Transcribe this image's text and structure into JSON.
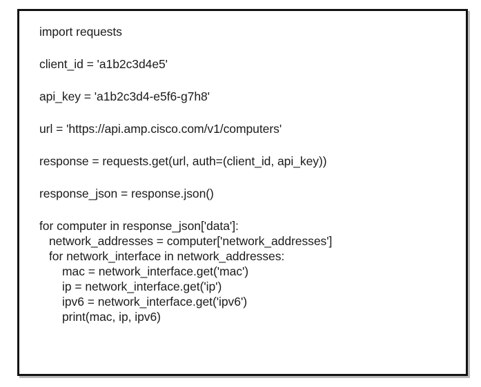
{
  "document": {
    "kind": "code-snippet",
    "language": "python",
    "text_color": "#1b1b1b",
    "background_color": "#ffffff",
    "border_color": "#121212",
    "shadow_color": "#b9b9b9"
  },
  "code": {
    "lines": [
      {
        "id": "l1",
        "text": "import requests",
        "indent": 0,
        "group": "stmt"
      },
      {
        "id": "l2",
        "text": "client_id = 'a1b2c3d4e5'",
        "indent": 0,
        "group": "stmt"
      },
      {
        "id": "l3",
        "text": "api_key = 'a1b2c3d4-e5f6-g7h8'",
        "indent": 0,
        "group": "stmt"
      },
      {
        "id": "l4",
        "text": "url = 'https://api.amp.cisco.com/v1/computers'",
        "indent": 0,
        "group": "stmt"
      },
      {
        "id": "l5",
        "text": "response = requests.get(url, auth=(client_id, api_key))",
        "indent": 0,
        "group": "stmt"
      },
      {
        "id": "l6",
        "text": "response_json = response.json()",
        "indent": 0,
        "group": "stmt"
      },
      {
        "id": "l7",
        "text": "for computer in response_json['data']:",
        "indent": 0,
        "group": "blk"
      },
      {
        "id": "l8",
        "text": "network_addresses = computer['network_addresses']",
        "indent": 1,
        "group": "blk"
      },
      {
        "id": "l9",
        "text": "for network_interface in network_addresses:",
        "indent": 1,
        "group": "blk"
      },
      {
        "id": "l10",
        "text": "mac = network_interface.get('mac')",
        "indent": 2,
        "group": "blk"
      },
      {
        "id": "l11",
        "text": "ip = network_interface.get('ip')",
        "indent": 2,
        "group": "blk"
      },
      {
        "id": "l12",
        "text": "ipv6 = network_interface.get('ipv6')",
        "indent": 2,
        "group": "blk"
      },
      {
        "id": "l13",
        "text": "print(mac, ip, ipv6)",
        "indent": 2,
        "group": "blk"
      }
    ]
  }
}
